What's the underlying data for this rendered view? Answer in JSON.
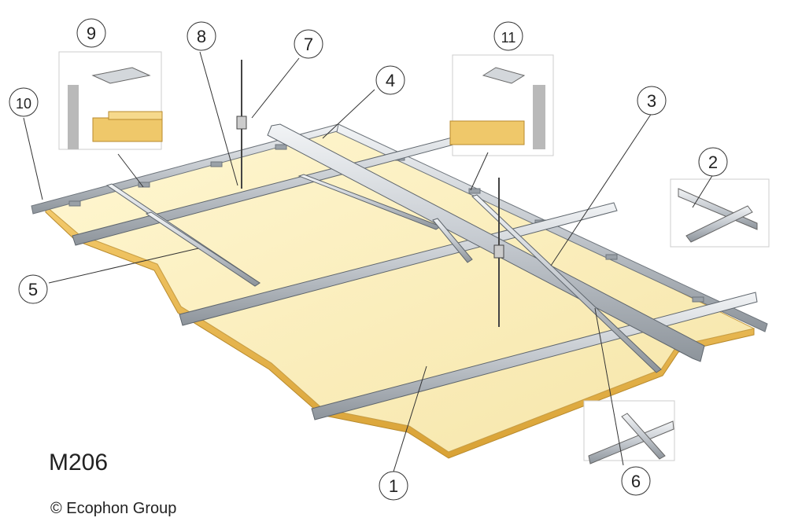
{
  "diagram": {
    "code": "M206",
    "copyright": "© Ecophon Group",
    "callouts": [
      "1",
      "2",
      "3",
      "4",
      "5",
      "6",
      "7",
      "8",
      "9",
      "10",
      "11"
    ]
  },
  "colors": {
    "panel_top": "#fbf0c0",
    "panel_edge": "#e8b84a",
    "grid_steel": "#c9ced4",
    "wall": "#b9b9b9"
  }
}
